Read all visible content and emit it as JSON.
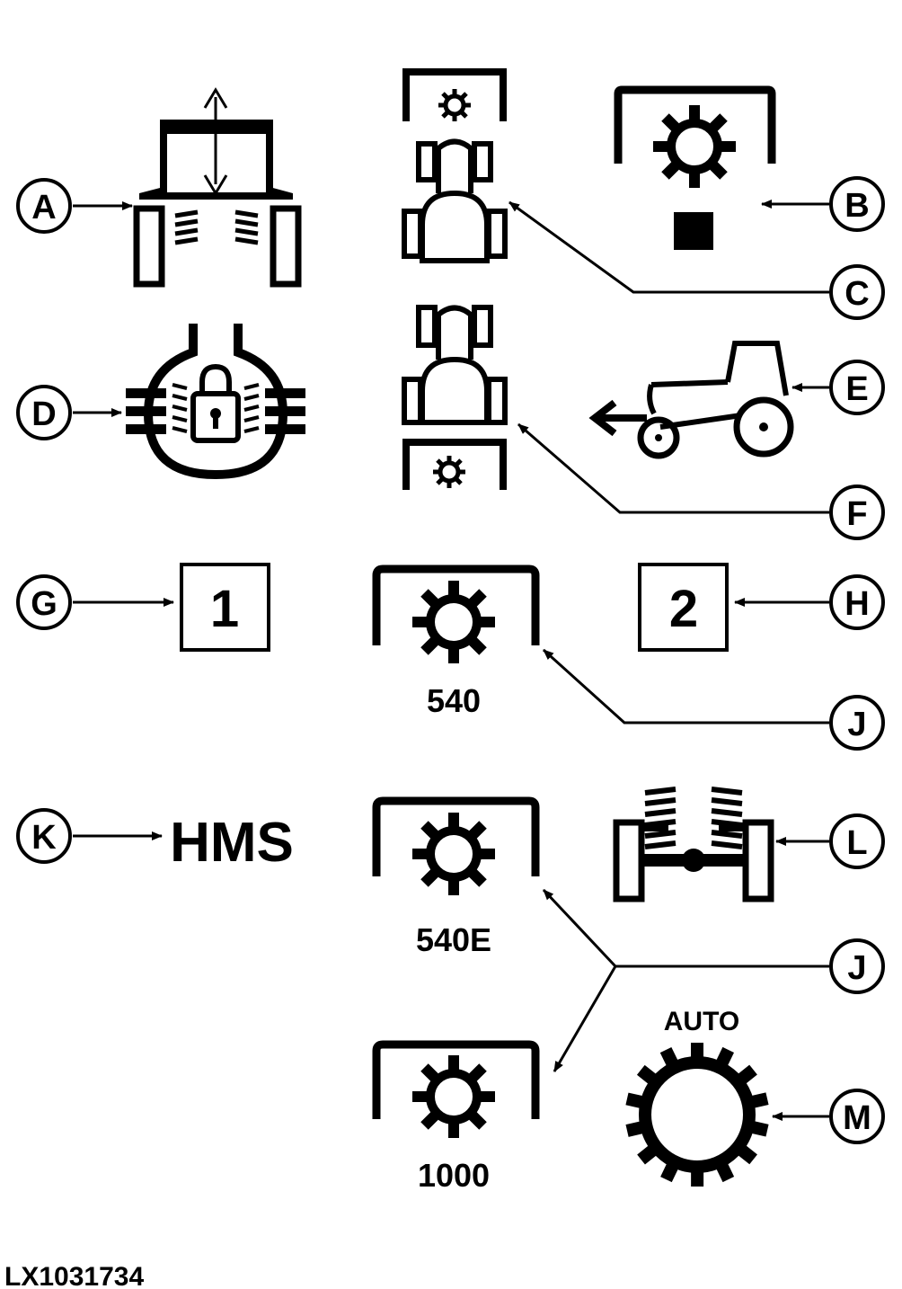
{
  "callouts": {
    "A": "A",
    "B": "B",
    "C": "C",
    "D": "D",
    "E": "E",
    "F": "F",
    "G": "G",
    "H": "H",
    "J1": "J",
    "J2": "J",
    "K": "K",
    "L": "L",
    "M": "M"
  },
  "symbols": {
    "gear_box_1": "1",
    "gear_box_2": "2",
    "pto_540": "540",
    "pto_540e": "540E",
    "pto_1000": "1000",
    "hms": "HMS",
    "auto": "AUTO"
  },
  "figure_id": "LX1031734",
  "colors": {
    "ink": "#000000",
    "paper": "#ffffff"
  }
}
